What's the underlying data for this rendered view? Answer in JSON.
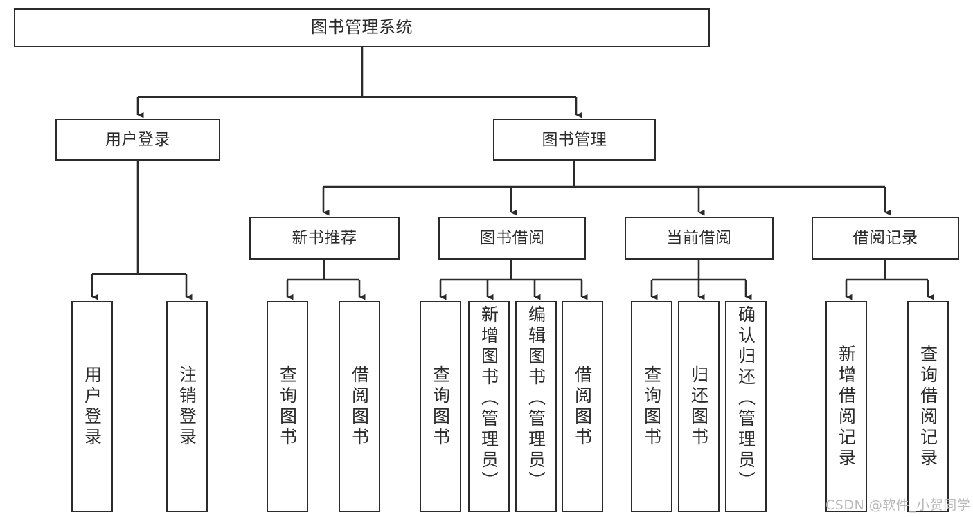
{
  "diagram": {
    "type": "tree-hierarchy",
    "title": "图书管理系统",
    "stroke_color": "#2b2b2b",
    "background_color": "#ffffff",
    "watermark": "CSDN @软件_小贺同学",
    "nodes": {
      "root": {
        "label": "图书管理系统"
      },
      "level2": [
        {
          "label": "用户登录"
        },
        {
          "label": "图书管理"
        }
      ],
      "level3": [
        {
          "label": "新书推荐"
        },
        {
          "label": "图书借阅"
        },
        {
          "label": "当前借阅"
        },
        {
          "label": "借阅记录"
        }
      ],
      "leaves": {
        "user_login": [
          {
            "label": "用户登录"
          },
          {
            "label": "注销登录"
          }
        ],
        "new_book": [
          {
            "label": "查询图书"
          },
          {
            "label": "借阅图书"
          }
        ],
        "borrow": [
          {
            "label": "查询图书"
          },
          {
            "label": "新增图书（管理员）"
          },
          {
            "label": "编辑图书（管理员）"
          },
          {
            "label": "借阅图书"
          }
        ],
        "current": [
          {
            "label": "查询图书"
          },
          {
            "label": "归还图书"
          },
          {
            "label": "确认归还（管理员）"
          }
        ],
        "records": [
          {
            "label": "新增借阅记录"
          },
          {
            "label": "查询借阅记录"
          }
        ]
      }
    }
  }
}
